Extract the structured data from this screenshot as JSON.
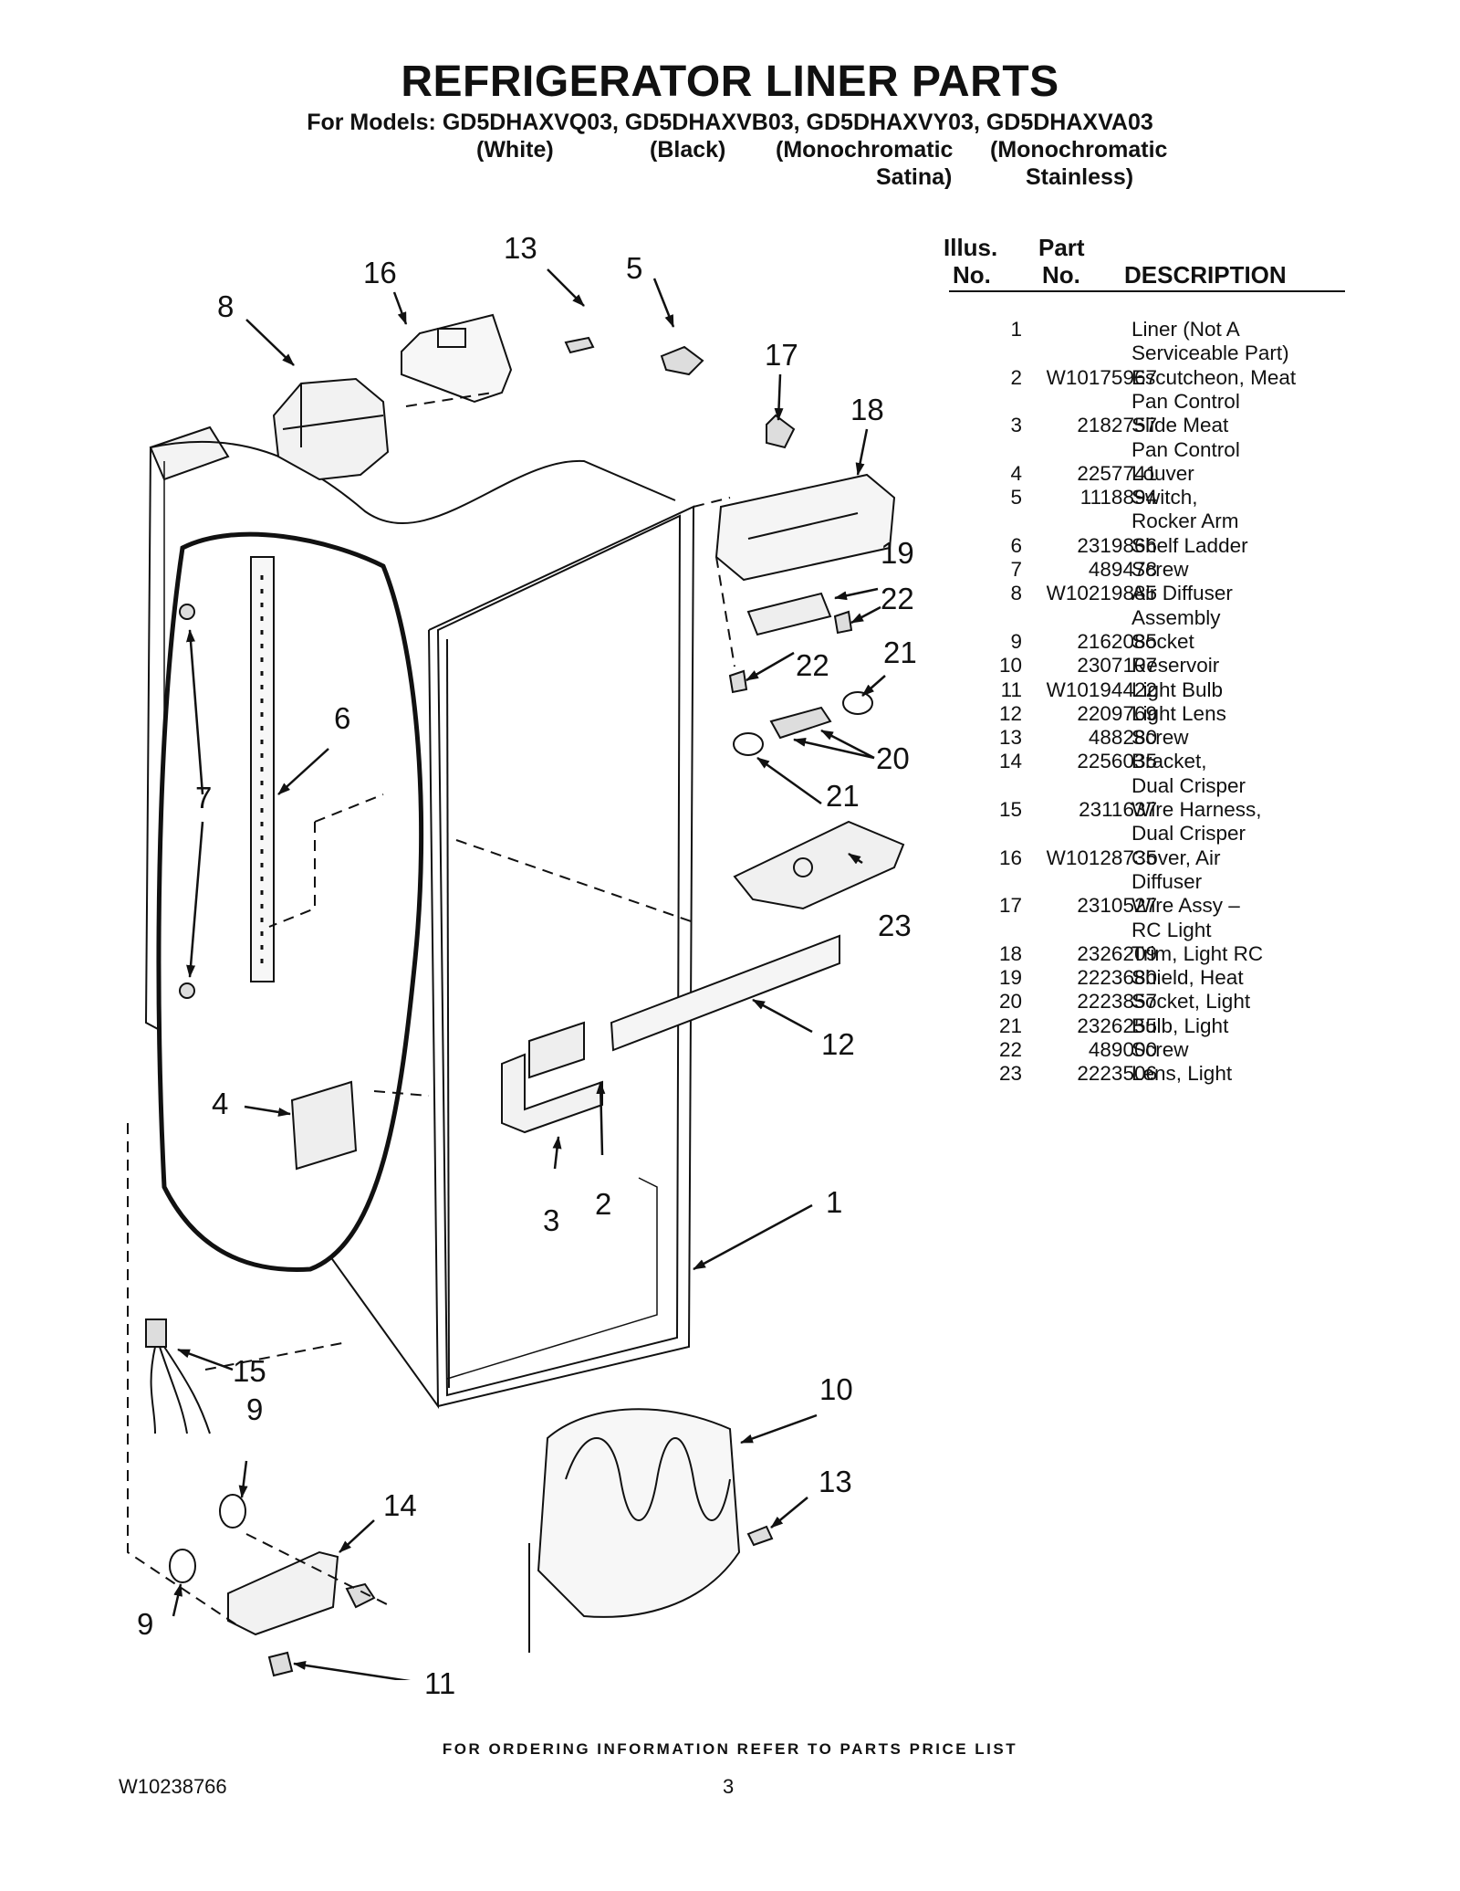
{
  "header": {
    "title": "REFRIGERATOR LINER PARTS",
    "models_line": "For Models: GD5DHAXVQ03, GD5DHAXVB03, GD5DHAXVY03, GD5DHAXVA03",
    "variants": {
      "white": "(White)",
      "black": "(Black)",
      "mono_satina_1": "(Monochromatic",
      "mono_satina_2": "Satina)",
      "mono_stainless_1": "(Monochromatic",
      "mono_stainless_2": "Stainless)"
    }
  },
  "table": {
    "col_illus_1": "Illus.",
    "col_illus_2": "No.",
    "col_part_1": "Part",
    "col_part_2": "No.",
    "col_desc": "DESCRIPTION",
    "rows": [
      {
        "illus": "1",
        "part": "",
        "desc": "Liner (Not A",
        "desc2": "Serviceable Part)"
      },
      {
        "illus": "2",
        "part": "W10175967",
        "desc": "Escutcheon, Meat",
        "desc2": "Pan Control"
      },
      {
        "illus": "3",
        "part": "2182757",
        "desc": "Slide Meat",
        "desc2": "Pan Control"
      },
      {
        "illus": "4",
        "part": "2257741",
        "desc": "Louver",
        "desc2": ""
      },
      {
        "illus": "5",
        "part": "1118894",
        "desc": "Switch,",
        "desc2": "Rocker Arm"
      },
      {
        "illus": "6",
        "part": "2319866",
        "desc": "Shelf Ladder",
        "desc2": ""
      },
      {
        "illus": "7",
        "part": "489478",
        "desc": "Screw",
        "desc2": ""
      },
      {
        "illus": "8",
        "part": "W10219885",
        "desc": "Air Diffuser",
        "desc2": "Assembly"
      },
      {
        "illus": "9",
        "part": "2162085",
        "desc": "Socket",
        "desc2": ""
      },
      {
        "illus": "10",
        "part": "2307107",
        "desc": "Reservoir",
        "desc2": ""
      },
      {
        "illus": "11",
        "part": "W10194422",
        "desc": "Light Bulb",
        "desc2": ""
      },
      {
        "illus": "12",
        "part": "2209769",
        "desc": "Light Lens",
        "desc2": ""
      },
      {
        "illus": "13",
        "part": "488280",
        "desc": "Screw",
        "desc2": ""
      },
      {
        "illus": "14",
        "part": "2256035",
        "desc": "Bracket,",
        "desc2": "Dual Crisper"
      },
      {
        "illus": "15",
        "part": "2311637",
        "desc": "Wire Harness,",
        "desc2": "Dual Crisper"
      },
      {
        "illus": "16",
        "part": "W10128735",
        "desc": "Cover, Air",
        "desc2": " Diffuser"
      },
      {
        "illus": "17",
        "part": "2310527",
        "desc": "Wire Assy –",
        "desc2": " RC Light"
      },
      {
        "illus": "18",
        "part": "2326209",
        "desc": "Trim, Light RC",
        "desc2": ""
      },
      {
        "illus": "19",
        "part": "2223680",
        "desc": "Shield, Heat",
        "desc2": ""
      },
      {
        "illus": "20",
        "part": "2223857",
        "desc": "Socket, Light",
        "desc2": ""
      },
      {
        "illus": "21",
        "part": "2326255",
        "desc": "Bulb, Light",
        "desc2": ""
      },
      {
        "illus": "22",
        "part": "489000",
        "desc": "Screw",
        "desc2": ""
      },
      {
        "illus": "23",
        "part": "2223506",
        "desc": "Lens, Light",
        "desc2": ""
      }
    ]
  },
  "callouts": {
    "c1": "1",
    "c2": "2",
    "c3": "3",
    "c4": "4",
    "c5": "5",
    "c6": "6",
    "c7": "7",
    "c8": "8",
    "c9a": "9",
    "c9b": "9",
    "c10": "10",
    "c11": "11",
    "c12": "12",
    "c13a": "13",
    "c13b": "13",
    "c14": "14",
    "c15": "15",
    "c16": "16",
    "c17": "17",
    "c18": "18",
    "c19": "19",
    "c20": "20",
    "c21a": "21",
    "c21b": "21",
    "c22a": "22",
    "c22b": "22",
    "c23": "23"
  },
  "footer": {
    "note": "FOR ORDERING INFORMATION REFER TO PARTS PRICE LIST",
    "doc_number": "W10238766",
    "page_number": "3"
  }
}
